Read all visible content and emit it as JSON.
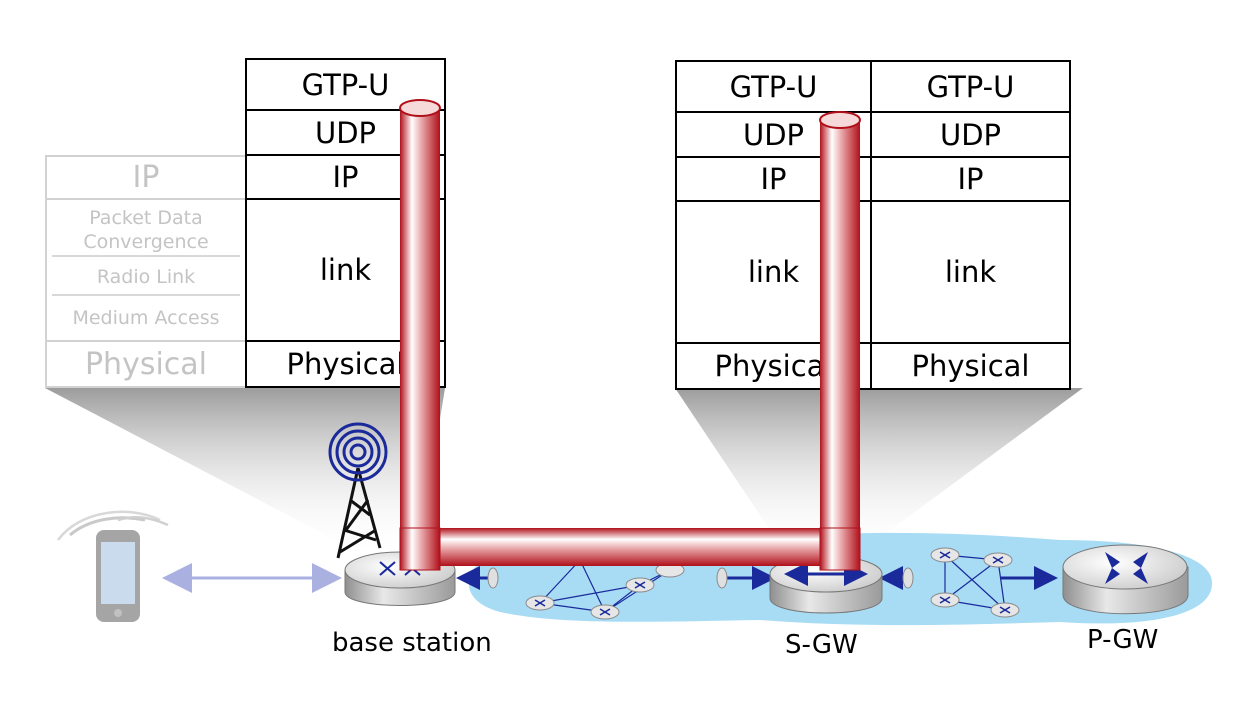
{
  "ue_stack": {
    "ip": "IP",
    "pdc": "Packet Data Convergence",
    "rlc": "Radio Link",
    "mac": "Medium Access",
    "phy": "Physical"
  },
  "bs_stack": {
    "gtpu": "GTP-U",
    "udp": "UDP",
    "ip": "IP",
    "link": "link",
    "phy": "Physical"
  },
  "sgw_stack_left": {
    "gtpu": "GTP-U",
    "udp": "UDP",
    "ip": "IP",
    "link": "link",
    "phy": "Physical"
  },
  "sgw_stack_right": {
    "gtpu": "GTP-U",
    "udp": "UDP",
    "ip": "IP",
    "link": "link",
    "phy": "Physical"
  },
  "nodes": {
    "base_station": "base station",
    "sgw": "S-GW",
    "pgw": "P-GW"
  },
  "colors": {
    "tunnel": "#c8141b",
    "network_cloud": "#a8dcf5",
    "arrow": "#1a2a9a",
    "radio_link": "#aab0e0"
  }
}
